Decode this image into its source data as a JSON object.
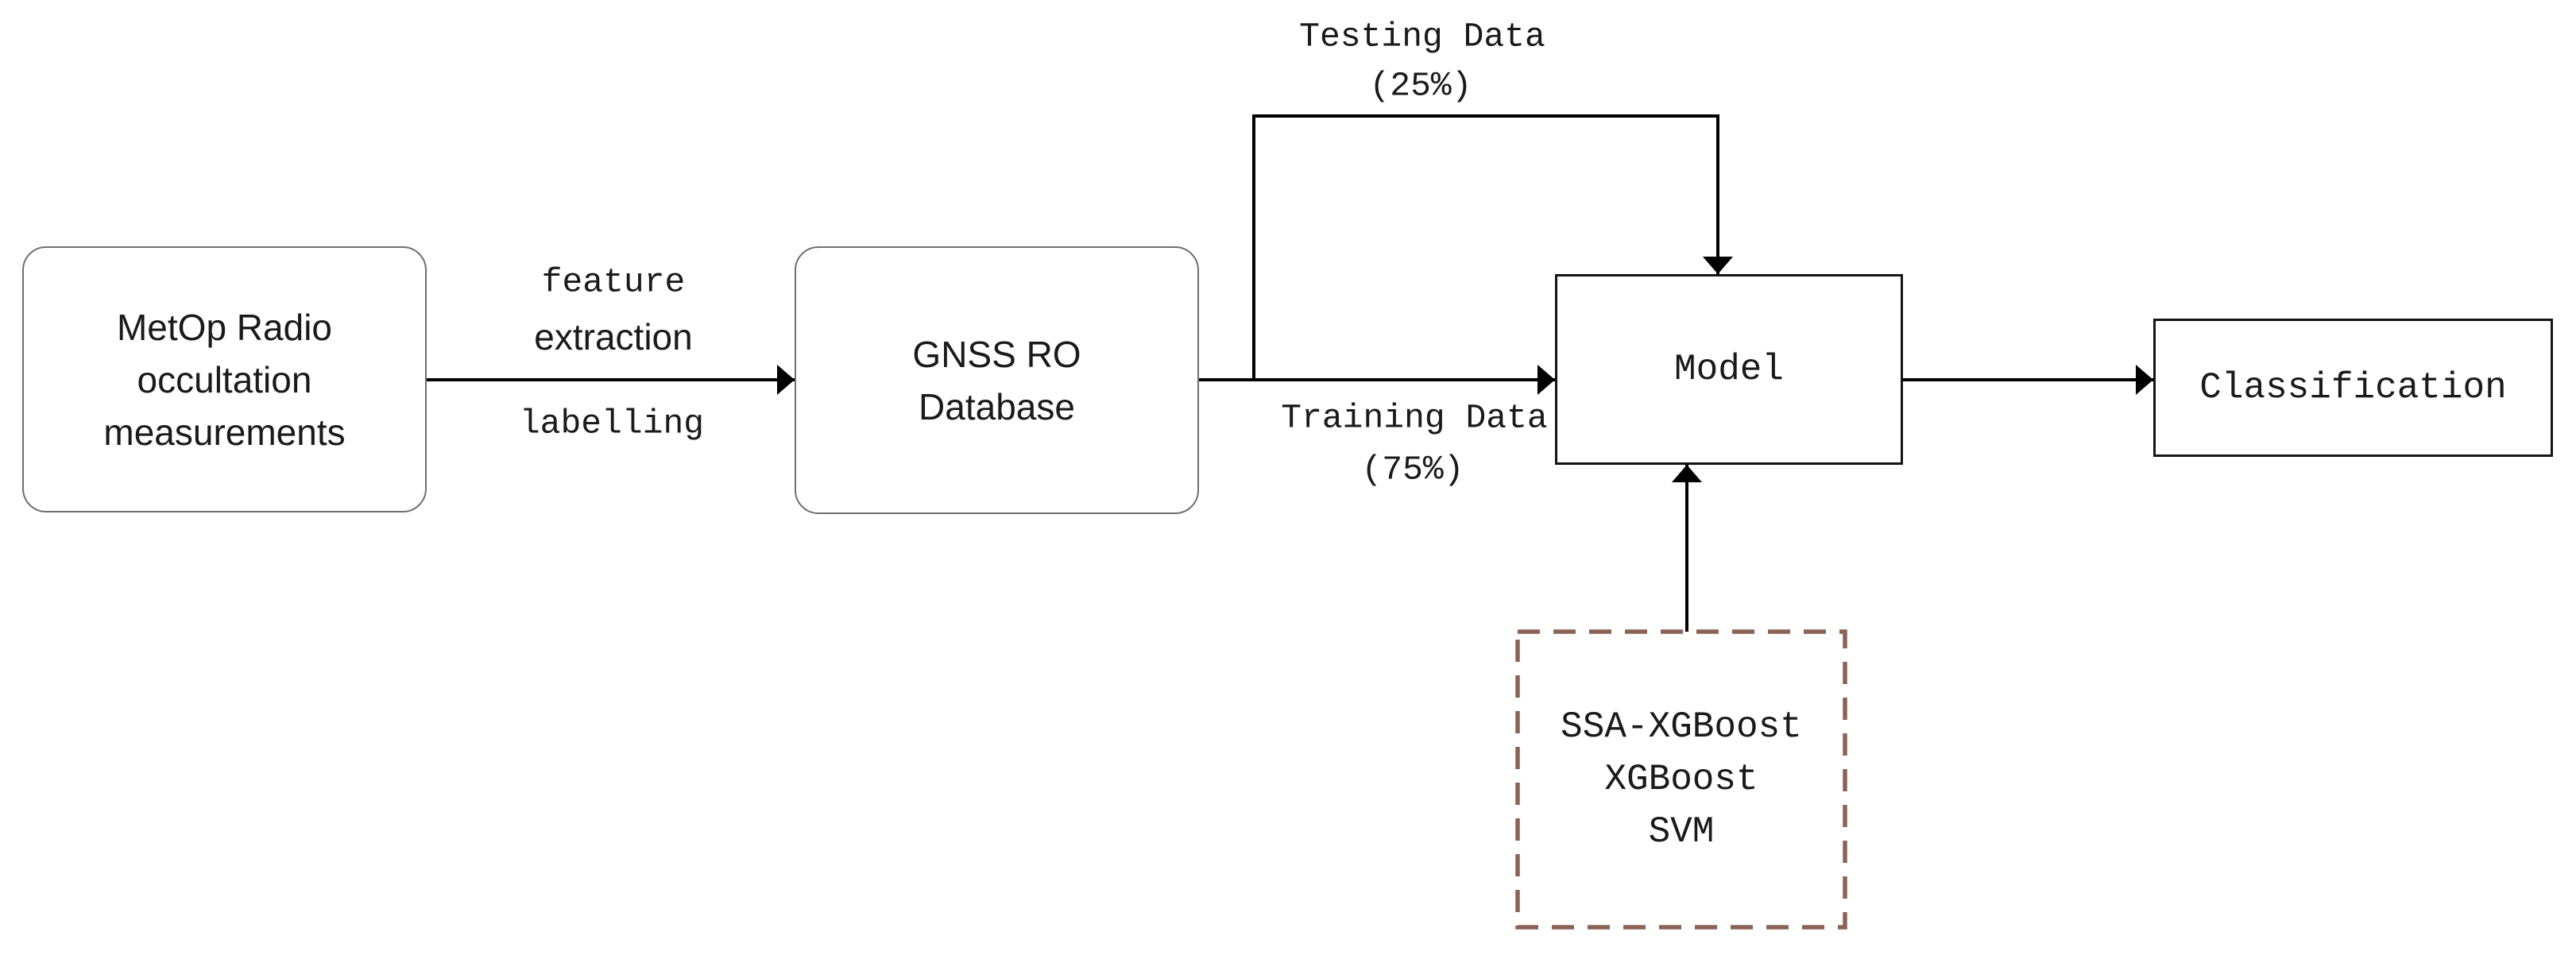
{
  "nodes": {
    "metop": {
      "lines": [
        "MetOp Radio",
        "occultation",
        "measurements"
      ]
    },
    "gnss": {
      "lines": [
        "GNSS RO",
        "Database"
      ]
    },
    "model": {
      "label": "Model"
    },
    "classification": {
      "label": "Classification"
    },
    "algorithms": {
      "lines": [
        "SSA-XGBoost",
        "XGBoost",
        "SVM"
      ]
    }
  },
  "edge_labels": {
    "feature_line1": "feature",
    "feature_line2": "extraction",
    "feature_below": "labelling",
    "testing_line1": "Testing Data",
    "testing_line2": "(25%)",
    "training_line1": "Training Data",
    "training_line2": "(75%)"
  },
  "colors": {
    "line": "#000000",
    "dashed_box_border": "#8b6356",
    "rounded_box_border": "#6f6f6f",
    "solid_box_border": "#141414",
    "text": "#1a1a1a",
    "background": "#ffffff"
  }
}
